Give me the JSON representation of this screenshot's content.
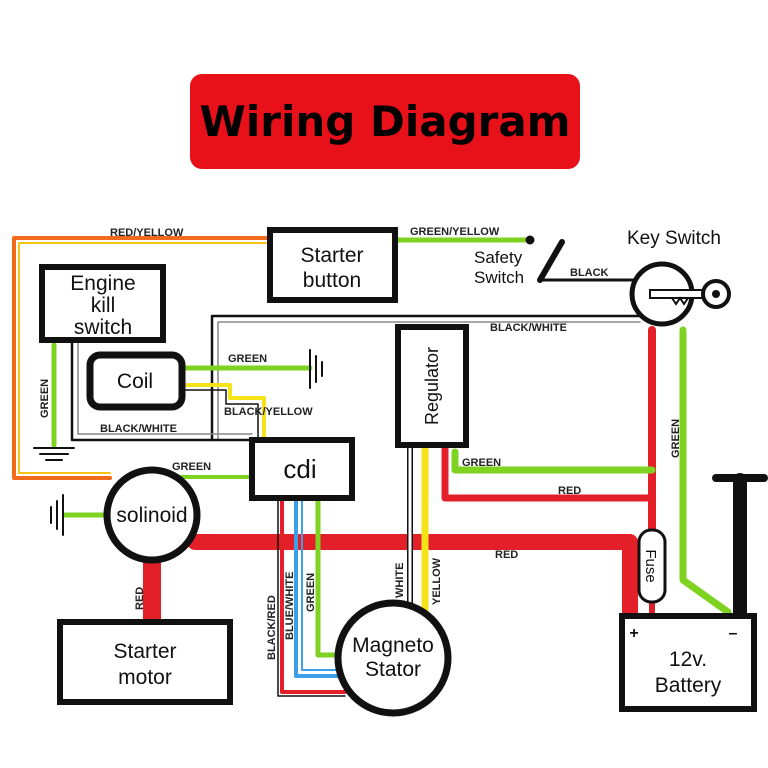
{
  "title": "Wiring Diagram",
  "components": {
    "starter_button": [
      "Starter",
      "button"
    ],
    "engine_kill_switch": [
      "Engine",
      "kill",
      "switch"
    ],
    "coil": "Coil",
    "cdi": "cdi",
    "regulator": "Regulator",
    "solinoid": "solinoid",
    "starter_motor": [
      "Starter",
      "motor"
    ],
    "magneto_stator": [
      "Magneto",
      "Stator"
    ],
    "battery": [
      "12v.",
      "Battery"
    ],
    "fuse": "Fuse",
    "key_switch": "Key Switch",
    "safety_switch": [
      "Safety",
      "Switch"
    ],
    "battery_plus": "+",
    "battery_minus": "–"
  },
  "wire_labels": {
    "red_yellow": "RED/YELLOW",
    "green_yellow": "GREEN/YELLOW",
    "black_top": "BLACK",
    "black_white_top": "BLACK/WHITE",
    "green_coil": "GREEN",
    "black_yellow": "BLACK/YELLOW",
    "black_white_left": "BLACK/WHITE",
    "green_left_vertical": "GREEN",
    "green_solinoid": "GREEN",
    "green_regulator": "GREEN",
    "red_regulator": "RED",
    "green_right_vertical": "GREEN",
    "red_main": "RED",
    "red_starter": "RED",
    "white_vertical": "WHITE",
    "yellow_vertical": "YELLOW",
    "black_red_vertical": "BLACK/RED",
    "blue_white_vertical": "BLUE/WHITE",
    "green_stator_vertical": "GREEN"
  },
  "colors": {
    "title_banner": "#e8111a",
    "red": "#e3202a",
    "green": "#7ed321",
    "yellow": "#f5e31a",
    "blue": "#3aa0e8",
    "orange": "#f26a1b",
    "black": "#111111"
  }
}
